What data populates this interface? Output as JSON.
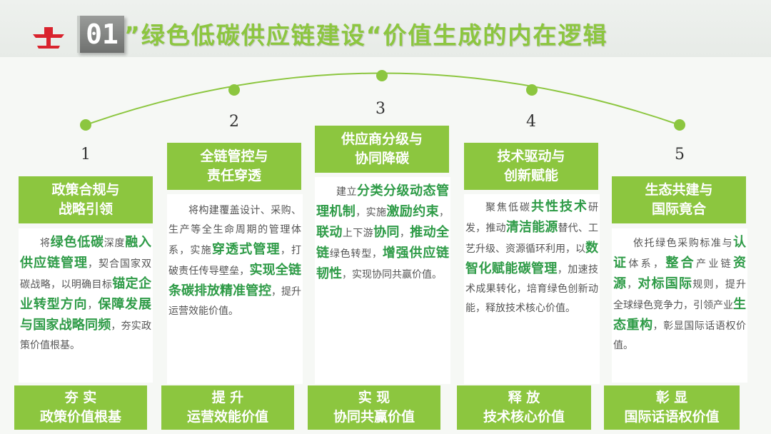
{
  "header": {
    "number": "01",
    "title": "”绿色低碳供应链建设“价值生成的内在逻辑",
    "accent_color": "#8cc63f",
    "logo_color": "#d9232d"
  },
  "columns": [
    {
      "step": "1",
      "head_lines": [
        "政策合规与",
        "战略引领"
      ],
      "body": [
        {
          "t": "将",
          "h": false
        },
        {
          "t": "绿色低碳",
          "h": true
        },
        {
          "t": "深度",
          "h": false
        },
        {
          "t": "融入供应链管理",
          "h": true
        },
        {
          "t": "，契合国家双碳战略，以明确目标",
          "h": false
        },
        {
          "t": "锚定企业转型方向",
          "h": true
        },
        {
          "t": "，",
          "h": false
        },
        {
          "t": "保障发展与国家战略同频",
          "h": true
        },
        {
          "t": "，夯实政策价值根基。",
          "h": false
        }
      ],
      "foot_lines": [
        "夯 实",
        "政策价值根基"
      ]
    },
    {
      "step": "2",
      "head_lines": [
        "全链管控与",
        "责任穿透"
      ],
      "body": [
        {
          "t": "将构建覆盖设计、采购、生产等全生命周期的管理体系，实施",
          "h": false
        },
        {
          "t": "穿透式管理",
          "h": true
        },
        {
          "t": "，打破责任传导壁垒，",
          "h": false
        },
        {
          "t": "实现全链条碳排放精准管控",
          "h": true
        },
        {
          "t": "，提升运营效能价值。",
          "h": false
        }
      ],
      "foot_lines": [
        "提 升",
        "运营效能价值"
      ]
    },
    {
      "step": "3",
      "head_lines": [
        "供应商分级与",
        "协同降碳"
      ],
      "body": [
        {
          "t": "建立",
          "h": false
        },
        {
          "t": "分类分级动态管理机制",
          "h": true
        },
        {
          "t": "，实施",
          "h": false
        },
        {
          "t": "激励约束",
          "h": true
        },
        {
          "t": "，",
          "h": false
        },
        {
          "t": "联动",
          "h": true
        },
        {
          "t": "上下游",
          "h": false
        },
        {
          "t": "协同",
          "h": true
        },
        {
          "t": "，",
          "h": false
        },
        {
          "t": "推动全链",
          "h": true
        },
        {
          "t": "绿色转型，",
          "h": false
        },
        {
          "t": "增强供应链韧性",
          "h": true
        },
        {
          "t": "，实现协同共赢价值。",
          "h": false
        }
      ],
      "foot_lines": [
        "实 现",
        "协同共赢价值"
      ]
    },
    {
      "step": "4",
      "head_lines": [
        "技术驱动与",
        "创新赋能"
      ],
      "body": [
        {
          "t": "聚焦低碳",
          "h": false
        },
        {
          "t": "共性技术",
          "h": true
        },
        {
          "t": "研发，推动",
          "h": false
        },
        {
          "t": "清洁能源",
          "h": true
        },
        {
          "t": "替代、工艺升级、资源循环利用，以",
          "h": false
        },
        {
          "t": "数智化赋能碳管理",
          "h": true
        },
        {
          "t": "，加速技术成果转化，培育绿色创新动能，释放技术核心价值。",
          "h": false
        }
      ],
      "foot_lines": [
        "释 放",
        "技术核心价值"
      ]
    },
    {
      "step": "5",
      "head_lines": [
        "生态共建与",
        "国际竟合"
      ],
      "body": [
        {
          "t": "依托绿色采购标准与",
          "h": false
        },
        {
          "t": "认证",
          "h": true
        },
        {
          "t": "体系，",
          "h": false
        },
        {
          "t": "整合",
          "h": true
        },
        {
          "t": "产业链",
          "h": false
        },
        {
          "t": "资源",
          "h": true
        },
        {
          "t": "，",
          "h": false
        },
        {
          "t": "对标国际",
          "h": true
        },
        {
          "t": "规则，提升全球绿色竞争力，引领产业",
          "h": false
        },
        {
          "t": "生态重构",
          "h": true
        },
        {
          "t": "，彰显国际话语权价值。",
          "h": false
        }
      ],
      "foot_lines": [
        "彰 显",
        "国际话语权价值"
      ]
    }
  ]
}
